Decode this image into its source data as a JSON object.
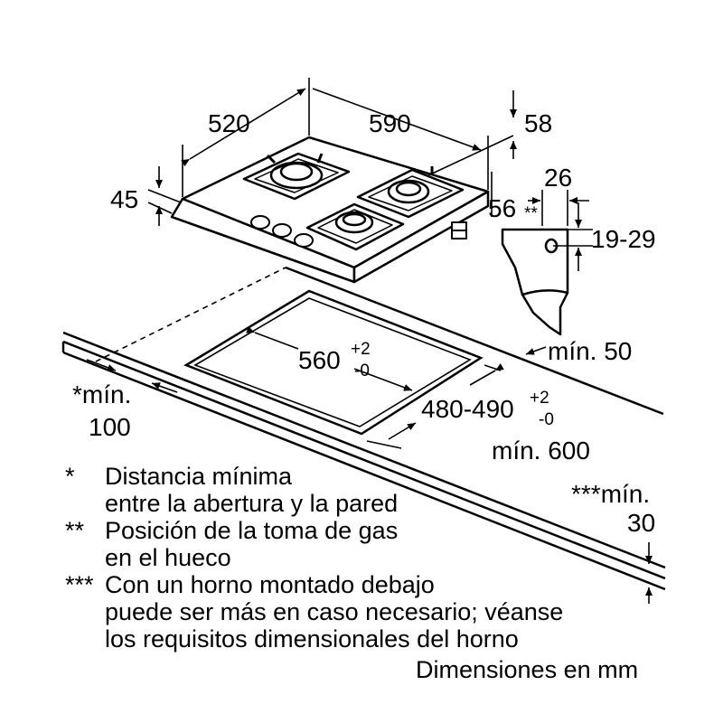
{
  "dimensions": {
    "depth": "520",
    "width": "590",
    "top_offset": "58",
    "height": "45",
    "gas_offset": "56",
    "gas_marker": "**",
    "bracket_width": "26",
    "bracket_range": "19-29",
    "cutout_width_base": "560",
    "cutout_width_tol_plus": "+2",
    "cutout_width_tol_minus": "-0",
    "cutout_depth_base": "480-490",
    "cutout_depth_tol_plus": "+2",
    "cutout_depth_tol_minus": "-0",
    "front_min": "mín. 50",
    "wall_min_label": "*mín.",
    "wall_min_value": "100",
    "side_min": "mín. 600",
    "oven_min_label": "***mín.",
    "oven_min_value": "30"
  },
  "notes": [
    {
      "mark": "*",
      "lines": [
        "Distancia mínima",
        "entre la abertura y la pared"
      ]
    },
    {
      "mark": "**",
      "lines": [
        "Posición de la toma de gas",
        "en el hueco"
      ]
    },
    {
      "mark": "***",
      "lines": [
        "Con un horno montado debajo",
        "puede ser más en caso necesario; véanse",
        "los requisitos dimensionales del horno"
      ]
    }
  ],
  "units_note": "Dimensiones en mm"
}
